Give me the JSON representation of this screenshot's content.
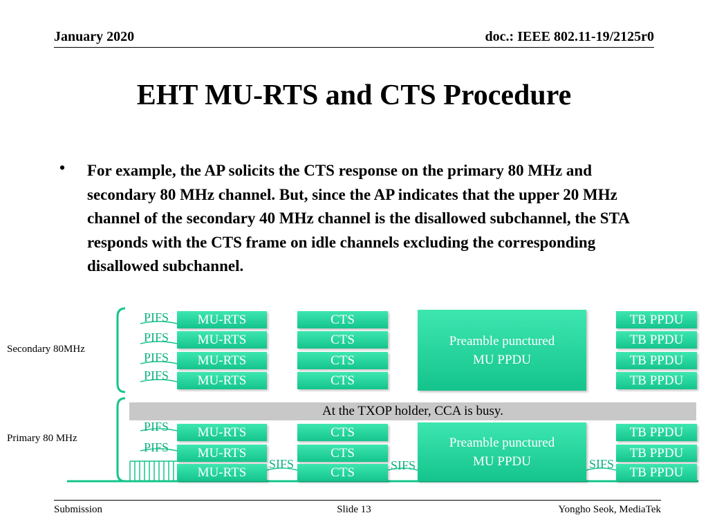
{
  "header": {
    "date": "January 2020",
    "doc": "doc.: IEEE 802.11-19/2125r0"
  },
  "title": "EHT MU-RTS and CTS Procedure",
  "bullet": {
    "marker": "•",
    "text": "For example, the AP solicits the CTS response on the primary 80 MHz and secondary 80 MHz channel. But, since the AP indicates that the upper 20 MHz channel of the secondary 40 MHz channel is the disallowed subchannel, the STA responds with the CTS frame on idle channels excluding the corresponding disallowed subchannel."
  },
  "diagram": {
    "secondary_label": "Secondary 80MHz",
    "primary_label": "Primary 80 MHz",
    "pifs": "PIFS",
    "sifs": "SIFS",
    "mu_rts": "MU-RTS",
    "cts": "CTS",
    "tb_ppdu": "TB PPDU",
    "preamble_punctured": "Preamble punctured MU PPDU",
    "cca_busy": "At the TXOP holder, CCA is busy."
  },
  "colors": {
    "frame_green": "#14c48c",
    "label_green": "#0fb081",
    "busy_gray": "#c8c8c8"
  },
  "footer": {
    "left": "Submission",
    "center": "Slide 13",
    "right": "Yongho Seok, MediaTek"
  }
}
